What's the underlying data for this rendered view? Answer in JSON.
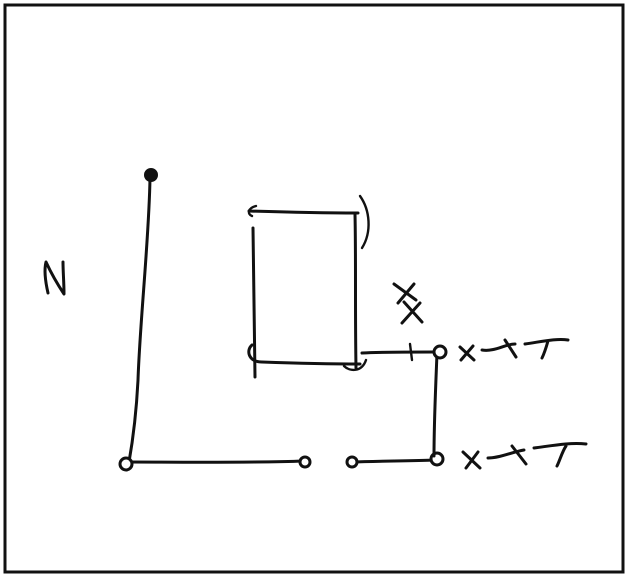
{
  "sketch": {
    "left_label": "N",
    "side_label": "X X",
    "upper_right_tag": "XXT",
    "lower_right_tag": "XXT"
  },
  "colors": {
    "ink": "#111111",
    "paper": "#ffffff"
  }
}
